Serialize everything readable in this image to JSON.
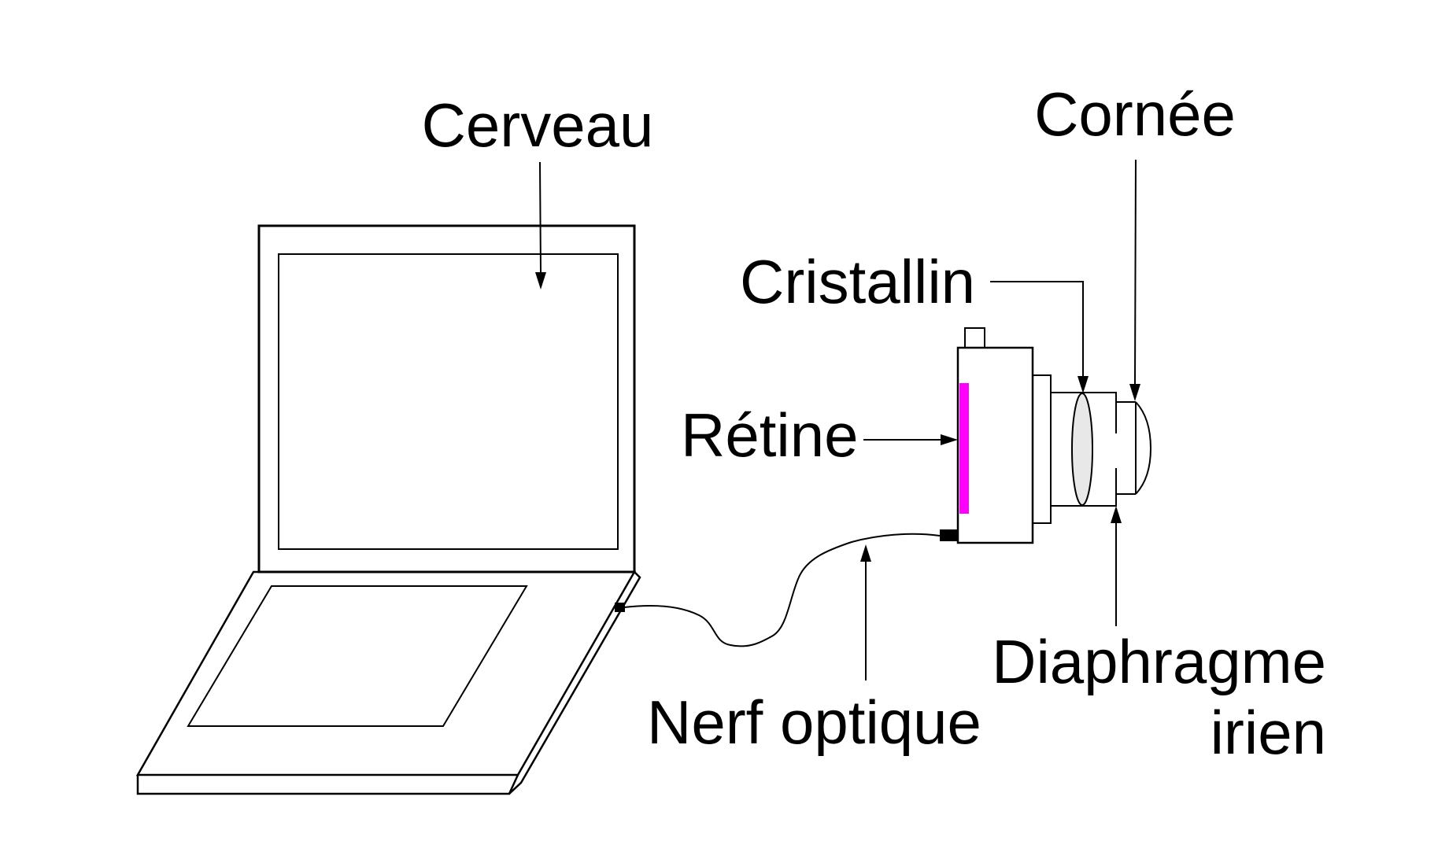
{
  "diagram": {
    "labels": {
      "brain": "Cerveau",
      "cornea": "Cornée",
      "crystalline_lens": "Cristallin",
      "retina": "Rétine",
      "optic_nerve": "Nerf optique",
      "iris_diaphragm_line1": "Diaphragme",
      "iris_diaphragm_line2": "irien"
    },
    "colors": {
      "retina_magenta": "#FF00FF",
      "stroke": "#000000",
      "lens_fill": "#E8E8E8",
      "background": "#FFFFFF"
    }
  }
}
